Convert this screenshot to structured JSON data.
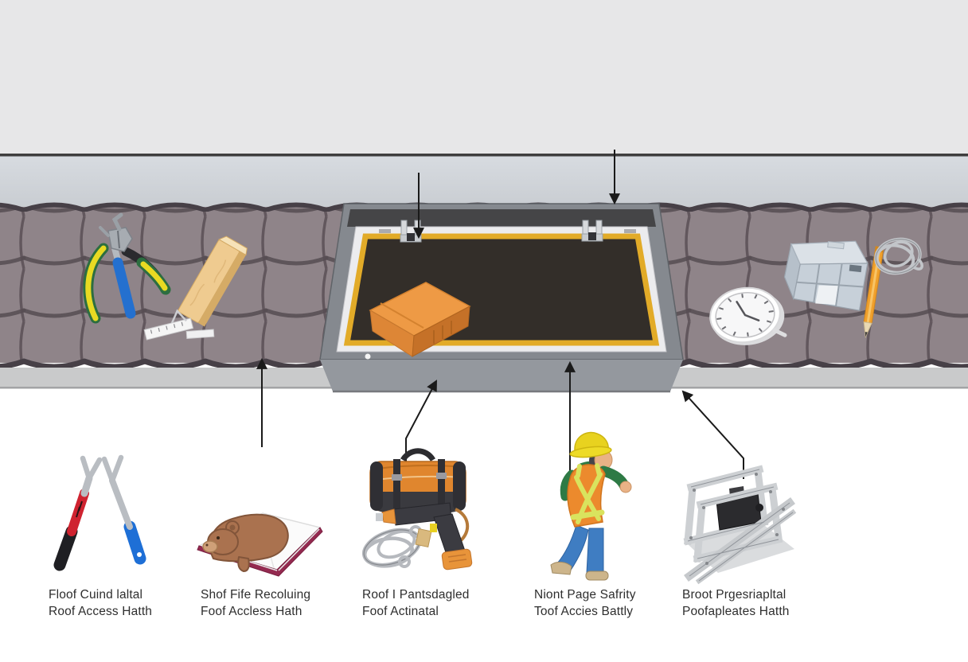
{
  "figure": {
    "description": "Roof access hatch installation diagram with labeled items",
    "captions": [
      {
        "line1": "Floof Cuind laltal",
        "line2": "Roof Access Hatth"
      },
      {
        "line1": "Shof Fife Recoluing",
        "line2": "Foof Accless Hath"
      },
      {
        "line1": "Roof I Pantsdagled",
        "line2": "Foof Actinatal"
      },
      {
        "line1": "Niont Page Safrity",
        "line2": "Toof Accies Battly"
      },
      {
        "line1": "Broot Prgesriapltal",
        "line2": "Poofapleates Hatth"
      }
    ],
    "icons": [
      "fork-tools-icon",
      "bear-on-book-icon",
      "tool-bag-drill-icon",
      "safety-worker-icon",
      "lifting-frame-icon",
      "pliers-icon",
      "wood-block-icon",
      "ruler-icon",
      "clock-gauge-icon",
      "crate-icon",
      "pencil-icon",
      "wire-coil-icon",
      "roof-hatch",
      "arrow-markers"
    ],
    "colors": {
      "background_top": "#e7e7e8",
      "wall_band": "#d0d4d9",
      "wall_line": "#3e3e3e",
      "roof_tile": "#8f8489",
      "tile_line": "#564c52",
      "tile_cap": "#474047",
      "fascia": "#c9cacb",
      "hatch_frame": "#85898f",
      "hatch_interior": "#332e29",
      "hatch_trim_yellow": "#e2ab28",
      "hatch_inner_white": "#ececee",
      "box_orange": "#ee9a45",
      "bag_orange": "#e0862e",
      "vest_orange": "#ec8a2d",
      "helmet_yellow": "#e8d21f",
      "shirt_green": "#2e7a45",
      "pants_blue": "#3f7dc2",
      "bear_brown": "#aa724f",
      "book_cover": "#942a50",
      "handle_red": "#cf2330",
      "handle_blue": "#1e6fd6",
      "arrow_black": "#1a1a1a"
    }
  }
}
